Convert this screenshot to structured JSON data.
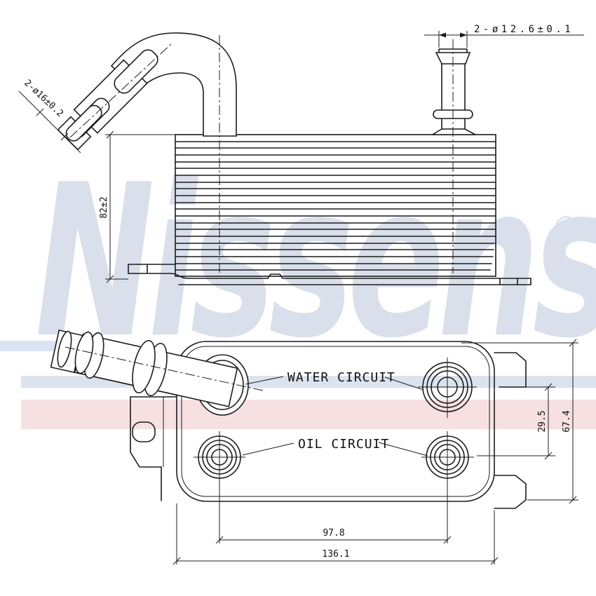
{
  "watermark": {
    "brand": "Nissens",
    "registered": "®",
    "text_color": "#d9e0eb",
    "blue_band_color": "#dce3ee",
    "pink_band_color": "#f6e0e2",
    "left_strip_color": "#d9e4f2"
  },
  "labels": {
    "water_circuit": "WATER CIRCUIT",
    "oil_circuit": "OIL CIRCUIT"
  },
  "dimensions": {
    "right_pipe_diameter": "2-ø12.6±0.1",
    "left_pipe_diameter": "2-ø16±0.2",
    "stack_height": "82±2",
    "port_vertical_spacing": "29.5",
    "body_height": "67.4",
    "port_horizontal_spacing": "97.8",
    "body_width": "136.1"
  }
}
